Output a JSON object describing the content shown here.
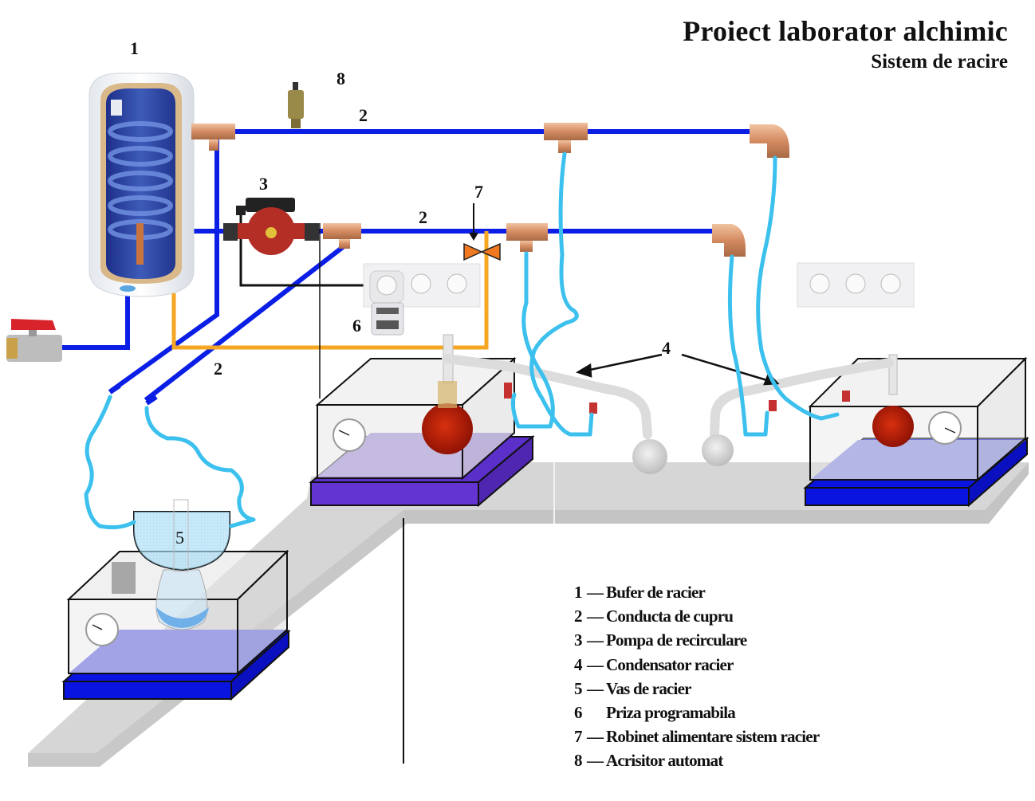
{
  "header": {
    "title": "Proiect laborator alchimic",
    "subtitle": "Sistem de racire"
  },
  "callouts": {
    "c1": "1",
    "c2_top": "2",
    "c2_mid": "2",
    "c2_low": "2",
    "c3": "3",
    "c4": "4",
    "c5": "5",
    "c6": "6",
    "c7": "7",
    "c8": "8"
  },
  "legend": {
    "items": [
      {
        "num": "1",
        "sep": "—",
        "label": "Bufer de racier"
      },
      {
        "num": "2",
        "sep": "—",
        "label": "Conducta de cupru"
      },
      {
        "num": "3",
        "sep": "—",
        "label": "Pompa de recirculare"
      },
      {
        "num": "4",
        "sep": "—",
        "label": "Condensator racier"
      },
      {
        "num": "5",
        "sep": "—",
        "label": "Vas de racier"
      },
      {
        "num": "6",
        "sep": " ",
        "label": "Priza programabila"
      },
      {
        "num": "7",
        "sep": "—",
        "label": "Robinet alimentare sistem racier"
      },
      {
        "num": "8",
        "sep": "—",
        "label": "Acrisitor automat"
      }
    ]
  },
  "colors": {
    "copper_pipe": "#0a1ee6",
    "hose": "#3cc0ee",
    "supply_line": "#f5a623",
    "hotplate_left": "#6a3bd0",
    "hotplate_right": "#0a14e0",
    "bench": "#d4d4d4",
    "flask_liquid": "#b51a08",
    "valve": "#f0781e"
  }
}
